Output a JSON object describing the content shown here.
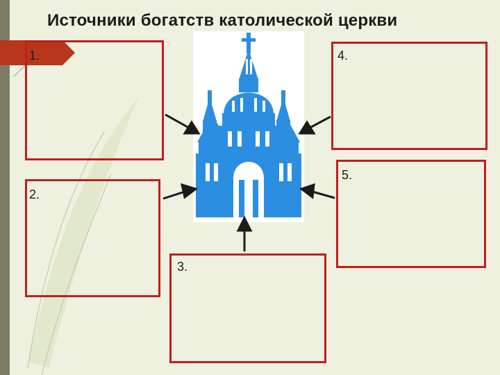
{
  "slide": {
    "title": "Источники богатств католической церкви"
  },
  "boxes": [
    {
      "label": "1."
    },
    {
      "label": "2."
    },
    {
      "label": "3."
    },
    {
      "label": "4."
    },
    {
      "label": "5."
    }
  ],
  "colors": {
    "box_border": "#c31d1d",
    "church": "#2b8ee0",
    "tag": "#b8371c",
    "background": "#eef1df"
  },
  "icons": {
    "center": "cathedral-icon",
    "arrows": "arrow-icon"
  }
}
